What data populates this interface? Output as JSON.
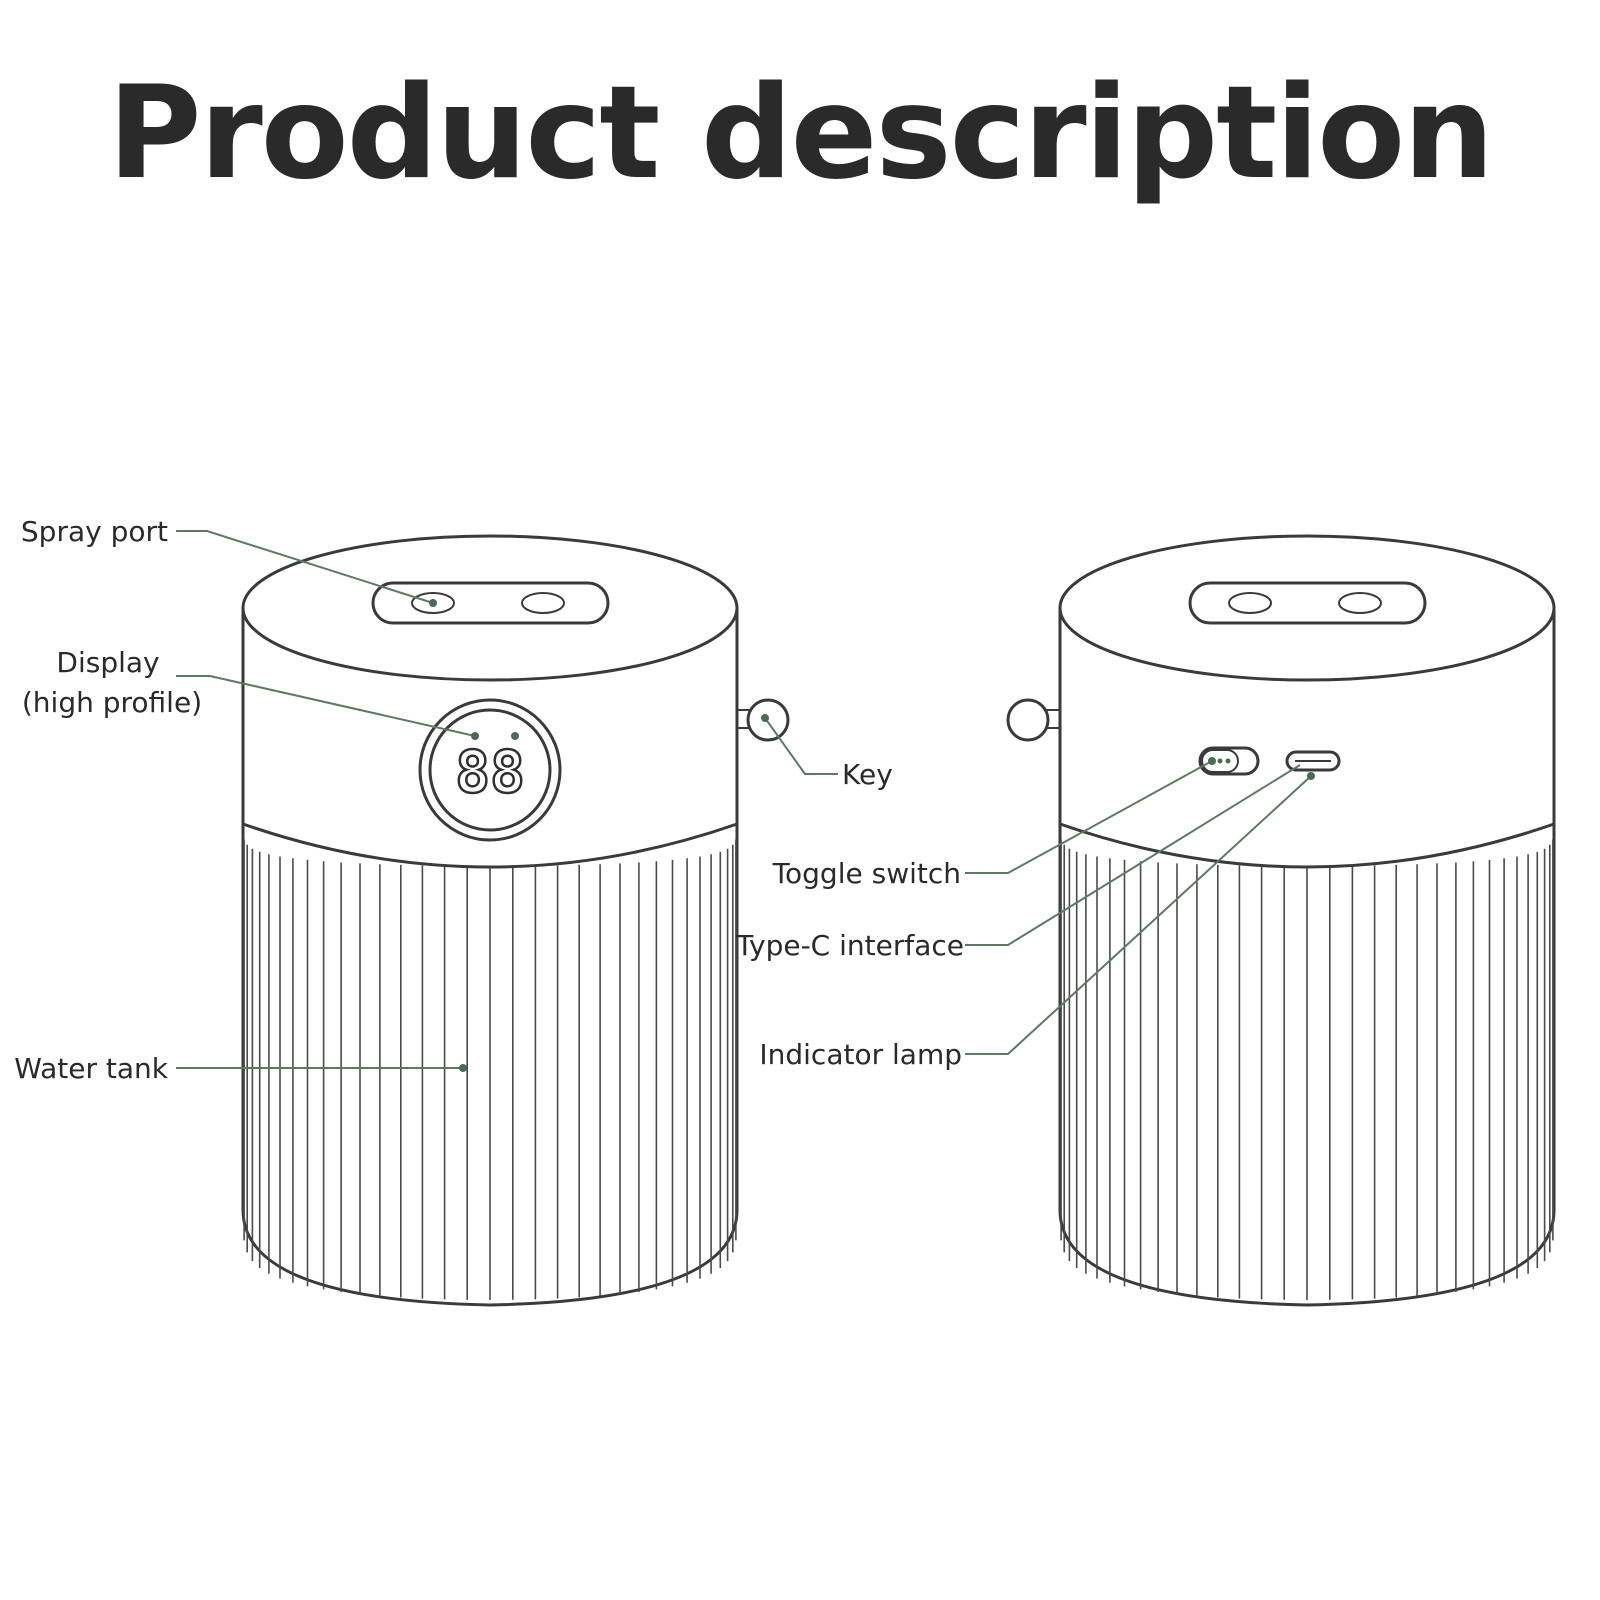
{
  "title": "Product description",
  "labels": {
    "spray_port": "Spray port",
    "display_line1": "Display",
    "display_line2": "(high profile)",
    "water_tank": "Water tank",
    "key": "Key",
    "toggle_switch": "Toggle switch",
    "type_c_interface": "Type-C interface",
    "indicator_lamp": "Indicator lamp"
  },
  "display_digits": "88",
  "colors": {
    "outline": "#3a3a3a",
    "leader_line": "#5c7a62",
    "text": "#2a2a2a"
  }
}
